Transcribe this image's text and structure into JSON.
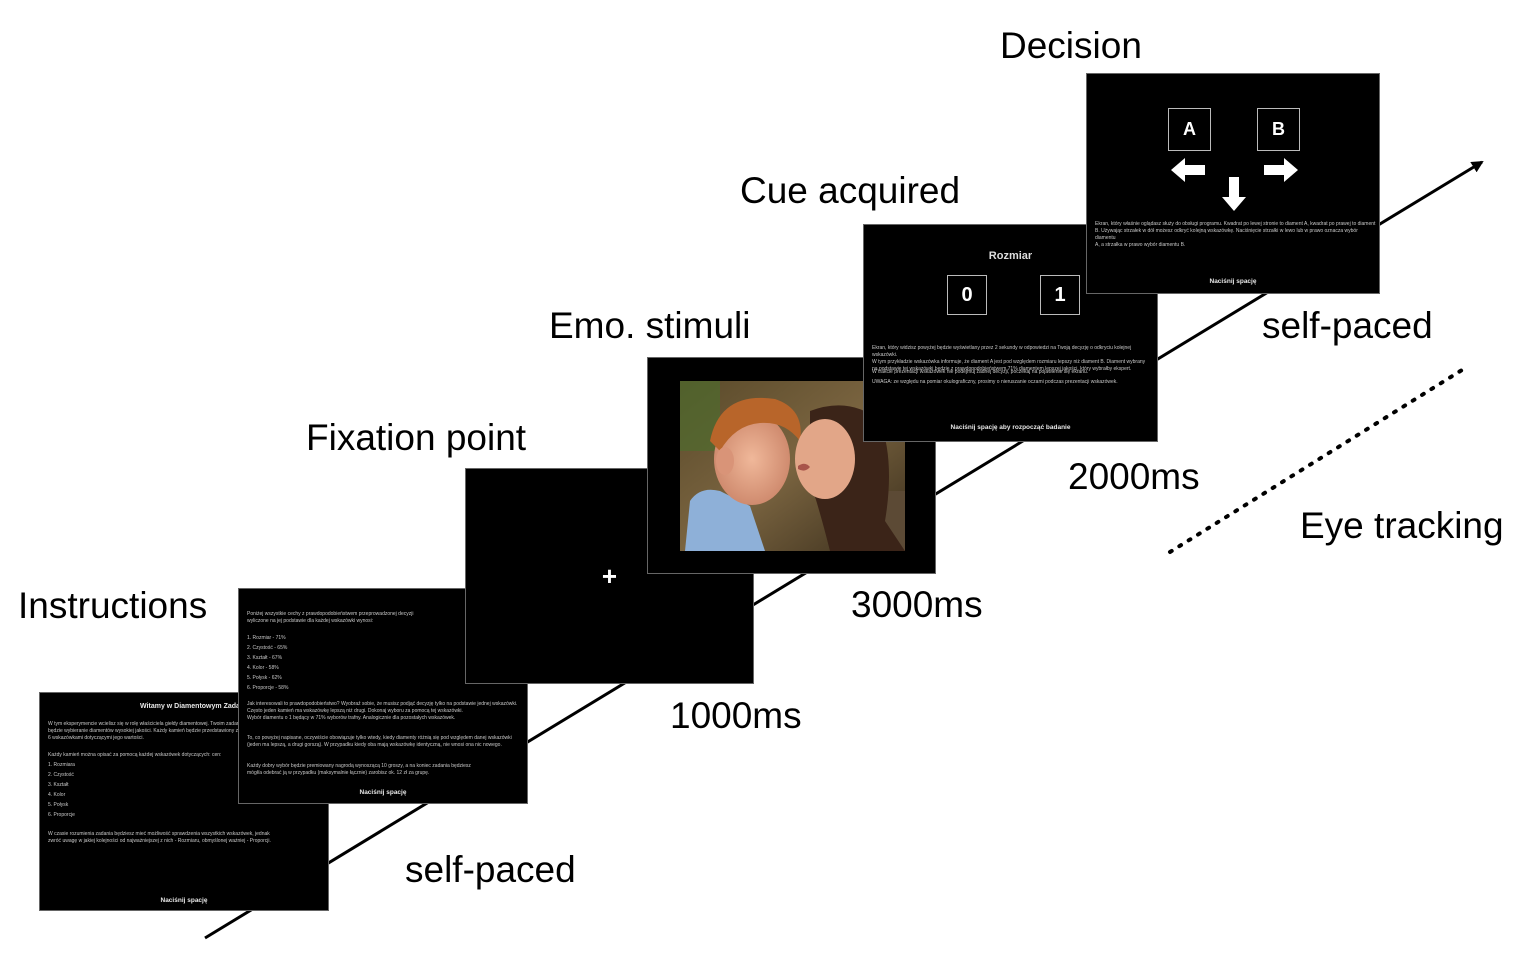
{
  "stages": {
    "instructions": "Instructions",
    "fixation": "Fixation point",
    "emo": "Emo. stimuli",
    "cue": "Cue acquired",
    "decision": "Decision"
  },
  "timings": {
    "instructions": "self-paced",
    "fixation": "1000ms",
    "emo": "3000ms",
    "cue": "2000ms",
    "decision": "self-paced"
  },
  "eye_tracking_label": "Eye tracking",
  "screen_instructions": {
    "title": "Witamy w Diamentowym Zadaniu Decyzyjnym",
    "intro": "W tym eksperymencie wcielisz się w rolę właściciela giełdy diamentowej. Twoim zadaniem\nbędzie wybieranie diamentów wysokiej jakości. Każdy kamień będzie przedstawiony z\n6 wskazówkami dotyczącymi jego wartości.",
    "list_intro": "Każdy kamień można opisać za pomocą każdej wskazówek dotyczących: cen:",
    "items": [
      "1. Rozmiara",
      "2. Czystość",
      "3. Kształt",
      "4. Kolor",
      "5. Połysk",
      "6. Proporcje"
    ],
    "outro": "W czasie rozumienia zadania będziesz mieć możliwość sprawdzenia wszystkich wskazówek, jednak\nzwróć uwagę w jakiej kolejności od najważniejszej z nich - Rozmiaru, obmyślonej ważniej - Proporcji.",
    "footer": "Naciśnij spację"
  },
  "screen_probabilities": {
    "intro": "Poniżej wszystkie cechy z prawdopodobieństwem przeprowadzonej decyzji\nwyliczone na jej podstawie dla każdej wskazówki wynosi:",
    "items": [
      "1. Rozmiar - 71%",
      "2. Czystość - 65%",
      "3. Kształt - 67%",
      "4. Kolor - 58%",
      "5. Połysk - 62%",
      "6. Proporcje - 58%"
    ],
    "para1": "Jak interesowali to prawdopodobieństwo? Wyobraź sobie, że musisz podjąć decyzję tylko na podstawie jednej wskazówki.\nCzęsto jeden kamień ma wskazówkę lepszą niż drugi. Dokonaj wyboru za pomocą tej wskazówki.\nWybór diamentu o 1 będący w 71% wyborów trafny. Analogicznie dla pozostałych wskazówek.",
    "para2": "To, co powyżej napisane, oczywiście obowiązuje tylko wtedy, kiedy diamenty różnią się pod względem danej wskazówki\n(jeden ma lepszą, a drugi gorszą). W przypadku kiedy oba mają wskazówkę identyczną, nie wnosi ona nic nowego.",
    "para3": "Każdy dobry wybór będzie premiowany nagrodą wynoszącą 10 groszy, a na koniec zadania będziesz\nmógł/a odebrać ją w przypadku (maksymalnie łącznie) zarobisz ok. 12 zł za grupę.",
    "footer": "Naciśnij spację"
  },
  "screen_fixation": {
    "symbol": "+"
  },
  "screen_cue": {
    "title": "Rozmiar",
    "left_value": "0",
    "right_value": "1",
    "text1": "Ekran, który widzisz powyżej będzie wyświetlany przez 2 sekundy w odpowiedzi na Twoją decyzję o odkryciu kolejnej wskazówki.\nW tym przykładzie wskazówka informuje, że diament A jest pod względem rozmiaru lepszy niż diament B. Diament wybrany\nna podstawie tej wskazówki będzie z prawdopodobieństwem 71% diamentem lepszej jakości, który wybrałby ekspert.",
    "text2": "W trakcie prezentacji wskazówek nie podejmuj żadnej decyzji, poczekaj na pojawienie się ekranu.",
    "text3": "UWAGA: ze względu na pomiar okulograficzny, prosimy o nieruszanie oczami podczas prezentacji wskazówek.",
    "footer": "Naciśnij spację aby rozpocząć badanie"
  },
  "screen_decision": {
    "option_a": "A",
    "option_b": "B",
    "text": "Ekran, który właśnie oglądasz służy do obsługi programu. Kwadrat po lewej stronie to diament A, kwadrat po prawej to diament\nB. Używając strzałek w dół możesz odkryć kolejną wskazówkę. Naciśnięcie strzałki w lewo lub w prawo oznacza wybór diamentu\nA, a strzałka w prawo wybór diamentu B.",
    "footer": "Naciśnij spację"
  },
  "colors": {
    "screen_bg": "#000000",
    "text": "#000000",
    "arrow": "#000000"
  },
  "icons": {
    "left": "arrow-left-icon",
    "down": "arrow-down-icon",
    "right": "arrow-right-icon"
  }
}
